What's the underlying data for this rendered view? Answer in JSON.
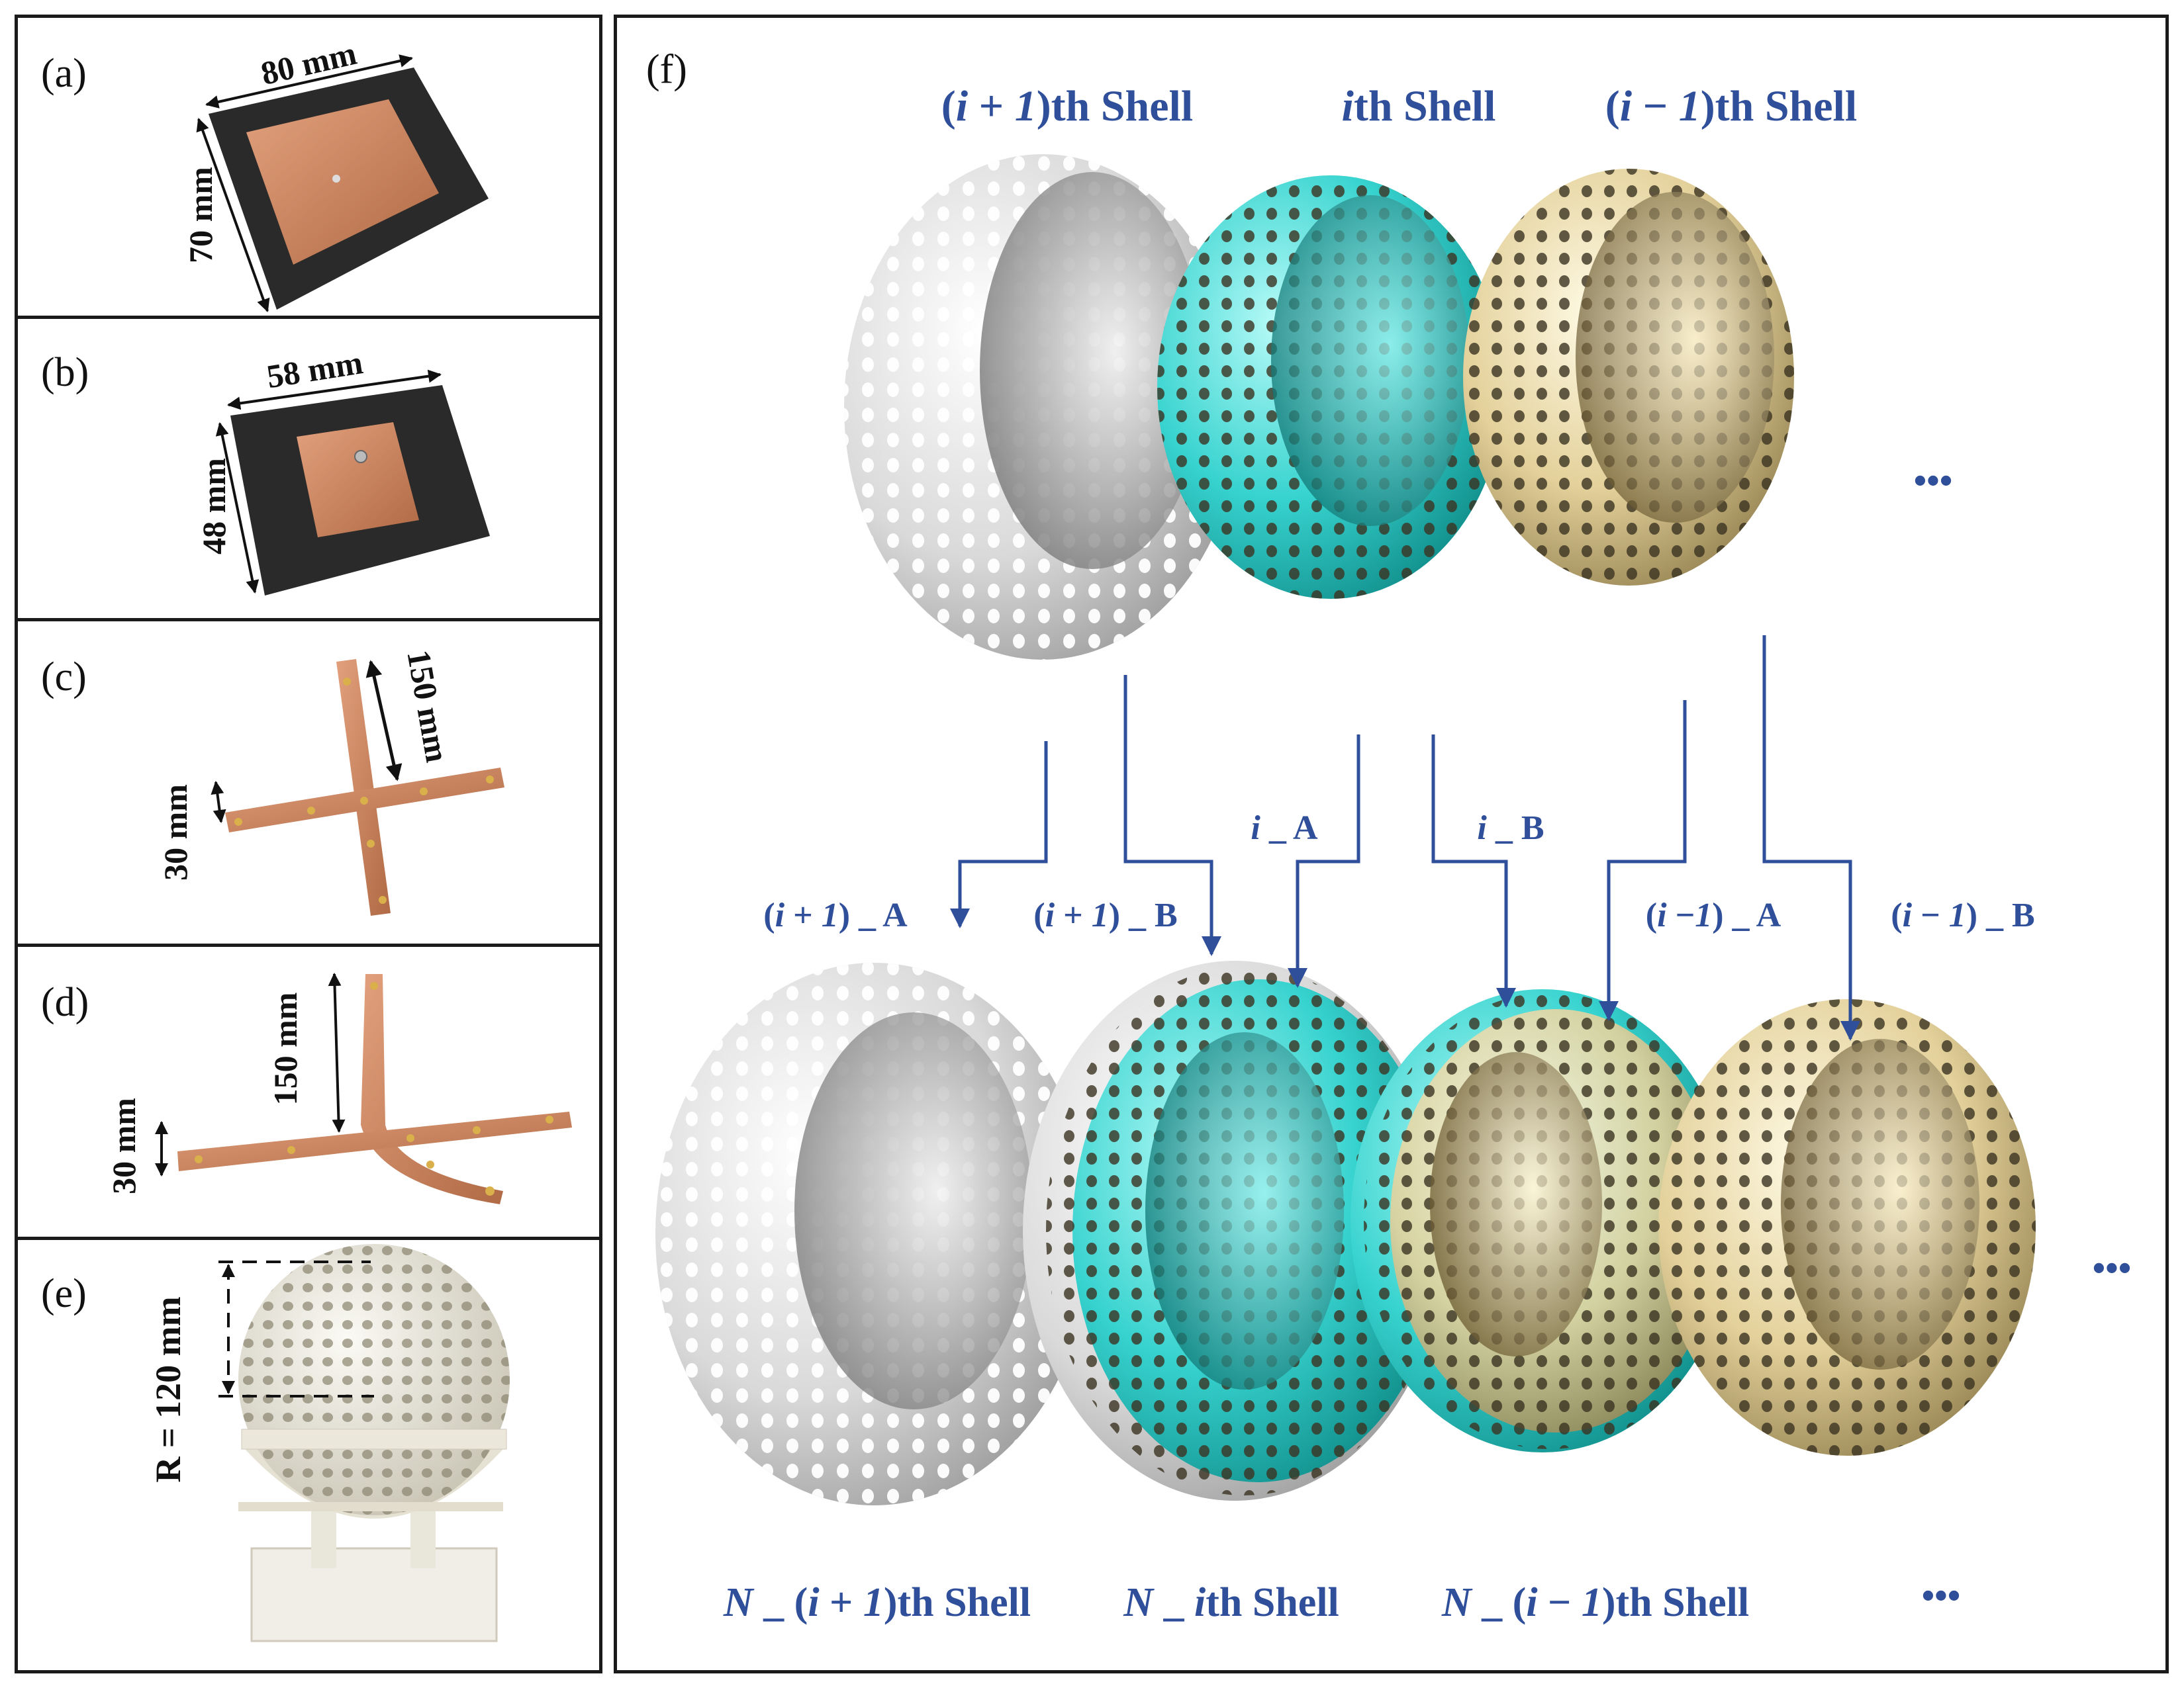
{
  "panels": {
    "a": {
      "label": "(a)",
      "width_dim": "80 mm",
      "height_dim": "70 mm"
    },
    "b": {
      "label": "(b)",
      "width_dim": "58 mm",
      "height_dim": "48 mm"
    },
    "c": {
      "label": "(c)",
      "length_dim": "150 mm",
      "width_dim": "30 mm"
    },
    "d": {
      "label": "(d)",
      "length_dim": "150 mm",
      "width_dim": "30 mm"
    },
    "e": {
      "label": "(e)",
      "radius_dim": "R = 120 mm"
    },
    "f": {
      "label": "(f)",
      "top_shells": [
        {
          "parts": [
            "(",
            "i",
            " + ",
            "1",
            ")th  Shell"
          ]
        },
        {
          "parts": [
            "i",
            "th  Shell"
          ]
        },
        {
          "parts": [
            "(",
            "i",
            " − ",
            "1",
            ")th  Shell"
          ]
        }
      ],
      "connectors": [
        {
          "parts": [
            "(",
            "i",
            " + ",
            "1",
            ") _ A"
          ]
        },
        {
          "parts": [
            "(",
            "i",
            " + ",
            "1",
            ") _ B"
          ]
        },
        {
          "parts": [
            "i",
            " _ A"
          ]
        },
        {
          "parts": [
            "i",
            " _ B"
          ]
        },
        {
          "parts": [
            "(",
            "i",
            " −",
            "1",
            ") _ A"
          ]
        },
        {
          "parts": [
            "(",
            "i",
            " − ",
            "1",
            ") _ B"
          ]
        }
      ],
      "bottom_shells": [
        {
          "parts": [
            "N",
            " _ (",
            "i",
            " + ",
            "1",
            ")th Shell"
          ]
        },
        {
          "parts": [
            "N",
            " _ ",
            "i",
            "th  Shell"
          ]
        },
        {
          "parts": [
            "N",
            " _ (",
            "i",
            " − ",
            "1",
            ")th Shell"
          ]
        }
      ],
      "ellipsis": "•••"
    }
  },
  "colors": {
    "label_blue": "#2f4f9a",
    "shell_gray": "#dcdcdc",
    "shell_cyan": "#3fd6d2",
    "shell_gold": "#e6d39a",
    "copper": "#c8835c",
    "substrate": "#2a2a2a"
  }
}
